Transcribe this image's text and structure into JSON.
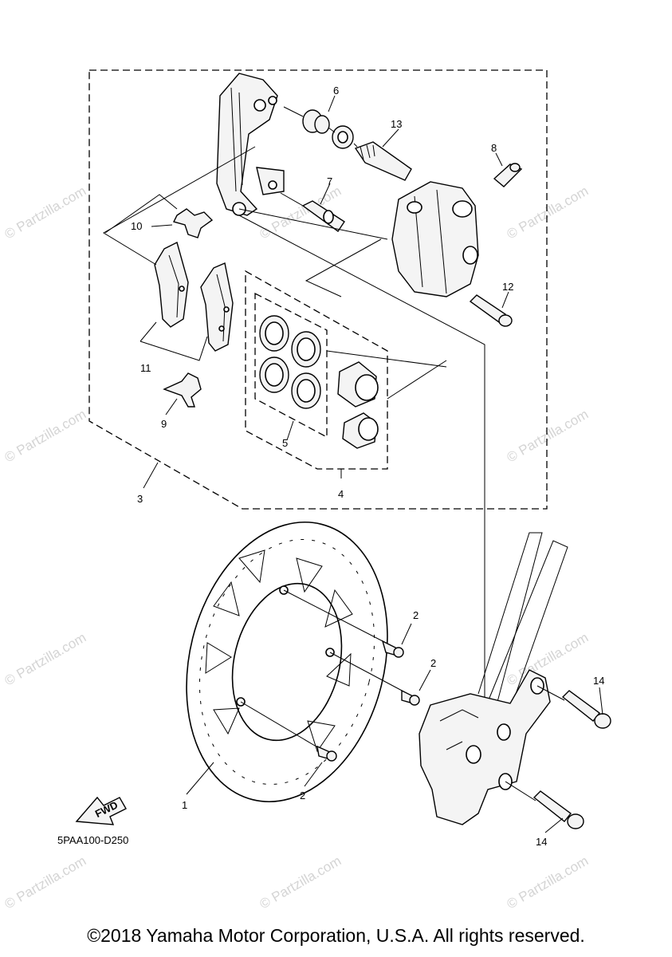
{
  "watermark": "© Partzilla.com",
  "diagram_code": "5PAA100-D250",
  "fwd_label": "FWD",
  "copyright": "©2018 Yamaha Motor Corporation, U.S.A. All rights reserved.",
  "callouts": {
    "c1": "1",
    "c2a": "2",
    "c2b": "2",
    "c2c": "2",
    "c3": "3",
    "c4": "4",
    "c5": "5",
    "c6": "6",
    "c7": "7",
    "c8": "8",
    "c9": "9",
    "c10": "10",
    "c11": "11",
    "c12": "12",
    "c13": "13",
    "c14a": "14",
    "c14b": "14"
  }
}
